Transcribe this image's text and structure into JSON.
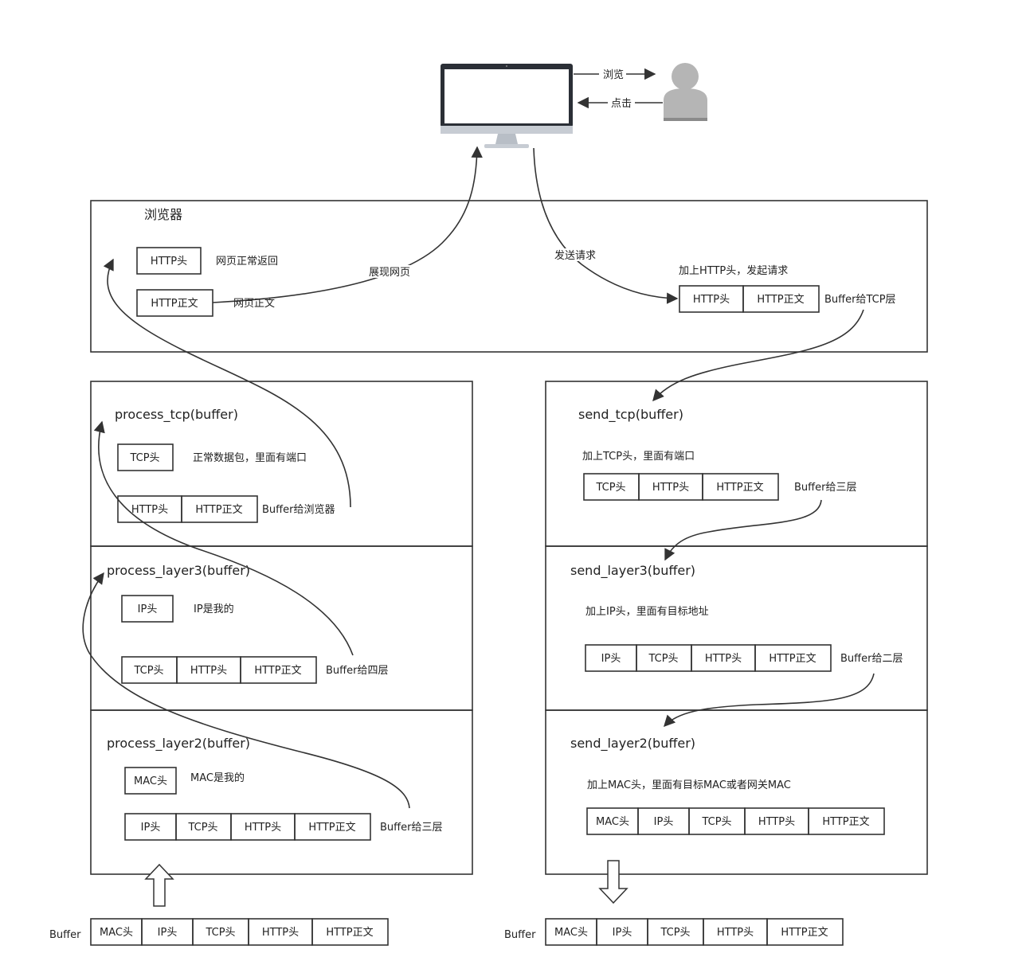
{
  "monitor_arrows": {
    "browse": "浏览",
    "click": "点击"
  },
  "browser": {
    "title": "浏览器",
    "http_head": "HTTP头",
    "http_body": "HTTP正文",
    "note_normal_return": "网页正常返回",
    "note_body": "网页正文",
    "show_page": "展现网页",
    "send_request": "发送请求",
    "add_http_head": "加上HTTP头，发起请求",
    "req_cells": [
      "HTTP头",
      "HTTP正文"
    ],
    "to_tcp": "Buffer给TCP层"
  },
  "recv": {
    "tcp": {
      "title": "process_tcp(buffer)",
      "head": "TCP头",
      "note": "正常数据包，里面有端口",
      "cells": [
        "HTTP头",
        "HTTP正文"
      ],
      "to_next": "Buffer给浏览器"
    },
    "layer3": {
      "title": "process_layer3(buffer)",
      "head": "IP头",
      "note": "IP是我的",
      "cells": [
        "TCP头",
        "HTTP头",
        "HTTP正文"
      ],
      "to_next": "Buffer给四层"
    },
    "layer2": {
      "title": "process_layer2(buffer)",
      "head": "MAC头",
      "note": "MAC是我的",
      "cells": [
        "IP头",
        "TCP头",
        "HTTP头",
        "HTTP正文"
      ],
      "to_next": "Buffer给三层"
    },
    "buffer_label": "Buffer",
    "buffer_cells": [
      "MAC头",
      "IP头",
      "TCP头",
      "HTTP头",
      "HTTP正文"
    ]
  },
  "send": {
    "tcp": {
      "title": "send_tcp(buffer)",
      "note": "加上TCP头，里面有端口",
      "cells": [
        "TCP头",
        "HTTP头",
        "HTTP正文"
      ],
      "to_next": "Buffer给三层"
    },
    "layer3": {
      "title": "send_layer3(buffer)",
      "note": "加上IP头，里面有目标地址",
      "cells": [
        "IP头",
        "TCP头",
        "HTTP头",
        "HTTP正文"
      ],
      "to_next": "Buffer给二层"
    },
    "layer2": {
      "title": "send_layer2(buffer)",
      "note": "加上MAC头，里面有目标MAC或者网关MAC",
      "cells": [
        "MAC头",
        "IP头",
        "TCP头",
        "HTTP头",
        "HTTP正文"
      ]
    },
    "buffer_label": "Buffer",
    "buffer_cells": [
      "MAC头",
      "IP头",
      "TCP头",
      "HTTP头",
      "HTTP正文"
    ]
  },
  "colors": {
    "line": "#333333",
    "monitor_frame": "#2b2f36",
    "monitor_stand": "#c7ccd3",
    "person": "#b5b5b5"
  }
}
